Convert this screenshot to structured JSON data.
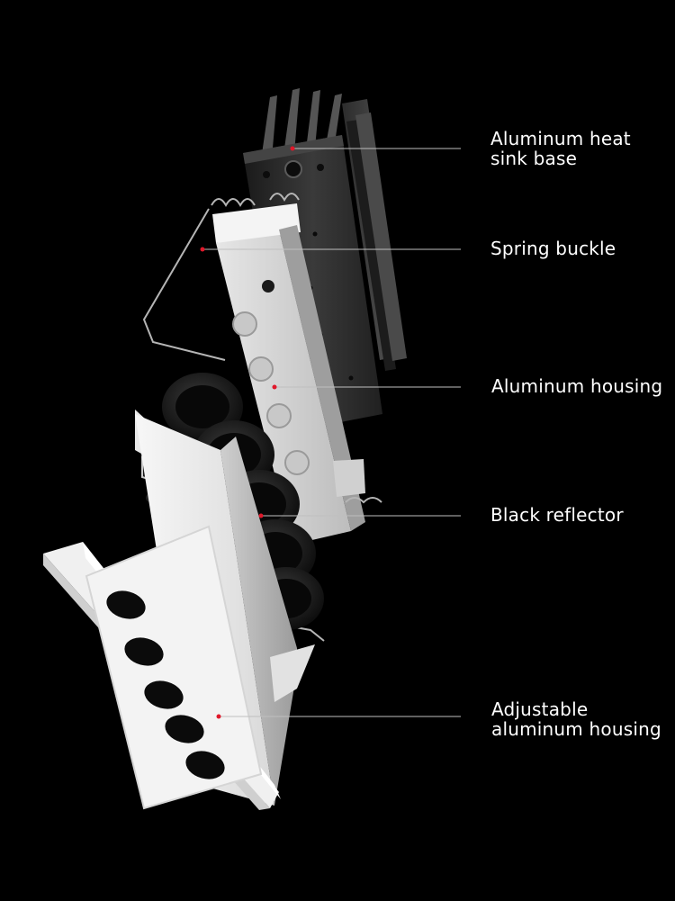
{
  "colors": {
    "background": "#000000",
    "leader_line": "#bfbfbf",
    "leader_dot": "#e0182a",
    "housing_white": "#f2f2f2",
    "heatsink_dark": "#2a2a2a",
    "reflector_black": "#141414"
  },
  "callouts": [
    {
      "id": "heat-sink",
      "lines": [
        "Aluminum heat",
        "sink base"
      ]
    },
    {
      "id": "spring-buckle",
      "lines": [
        "Spring buckle"
      ]
    },
    {
      "id": "aluminum-housing",
      "lines": [
        "Aluminum housing"
      ]
    },
    {
      "id": "black-reflector",
      "lines": [
        "Black reflector"
      ]
    },
    {
      "id": "adjustable-housing",
      "lines": [
        "Adjustable",
        "aluminum housing"
      ]
    }
  ]
}
